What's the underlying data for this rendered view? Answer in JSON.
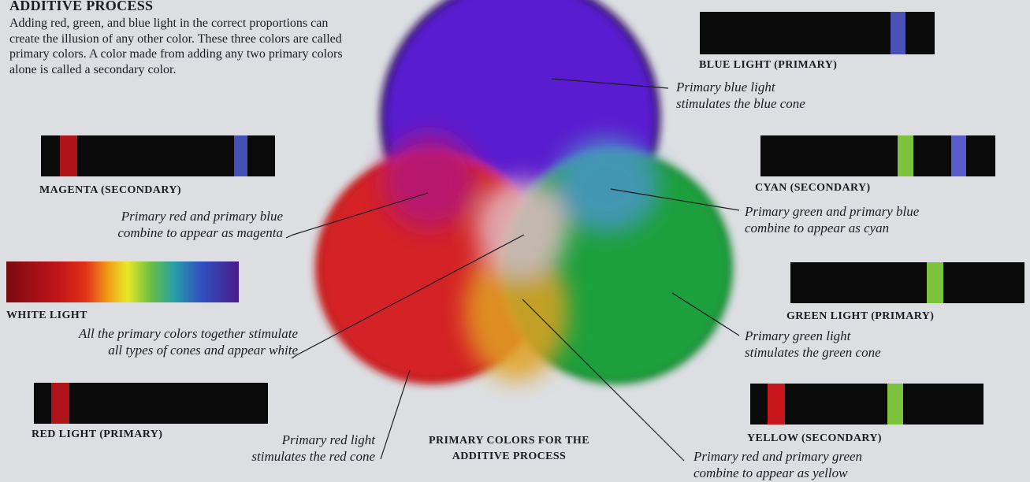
{
  "title": "ADDITIVE PROCESS",
  "intro": "Adding red, green, and blue light in the correct proportions can create the illusion of any other color. These three colors are called primary colors. A color made from adding any two primary colors alone is called a secondary color.",
  "center_label_line1": "PRIMARY COLORS FOR THE",
  "center_label_line2": "ADDITIVE PROCESS",
  "spectra": {
    "magenta": {
      "label": "MAGENTA (SECONDARY)",
      "caption_line1": "Primary red and primary blue",
      "caption_line2": "combine to appear as magenta"
    },
    "white": {
      "label": "WHITE LIGHT",
      "caption_line1": "All the primary colors together stimulate",
      "caption_line2": "all types of cones and appear white"
    },
    "red": {
      "label": "RED LIGHT (PRIMARY)",
      "caption_line1": "Primary red light",
      "caption_line2": "stimulates the red cone"
    },
    "blue": {
      "label": "BLUE LIGHT (PRIMARY)",
      "caption_line1": "Primary blue light",
      "caption_line2": "stimulates the blue cone"
    },
    "cyan": {
      "label": "CYAN (SECONDARY)",
      "caption_line1": "Primary green and primary blue",
      "caption_line2": "combine to appear as cyan"
    },
    "green": {
      "label": "GREEN LIGHT (PRIMARY)",
      "caption_line1": "Primary green light",
      "caption_line2": "stimulates the green cone"
    },
    "yellow": {
      "label": "YELLOW (SECONDARY)",
      "caption_line1": "Primary red and primary green",
      "caption_line2": "combine to appear as yellow"
    }
  },
  "colors": {
    "red": "#c4141a",
    "green": "#7cc23a",
    "blue": "#4a52b8",
    "bar_bg": "#0a0a0a"
  }
}
